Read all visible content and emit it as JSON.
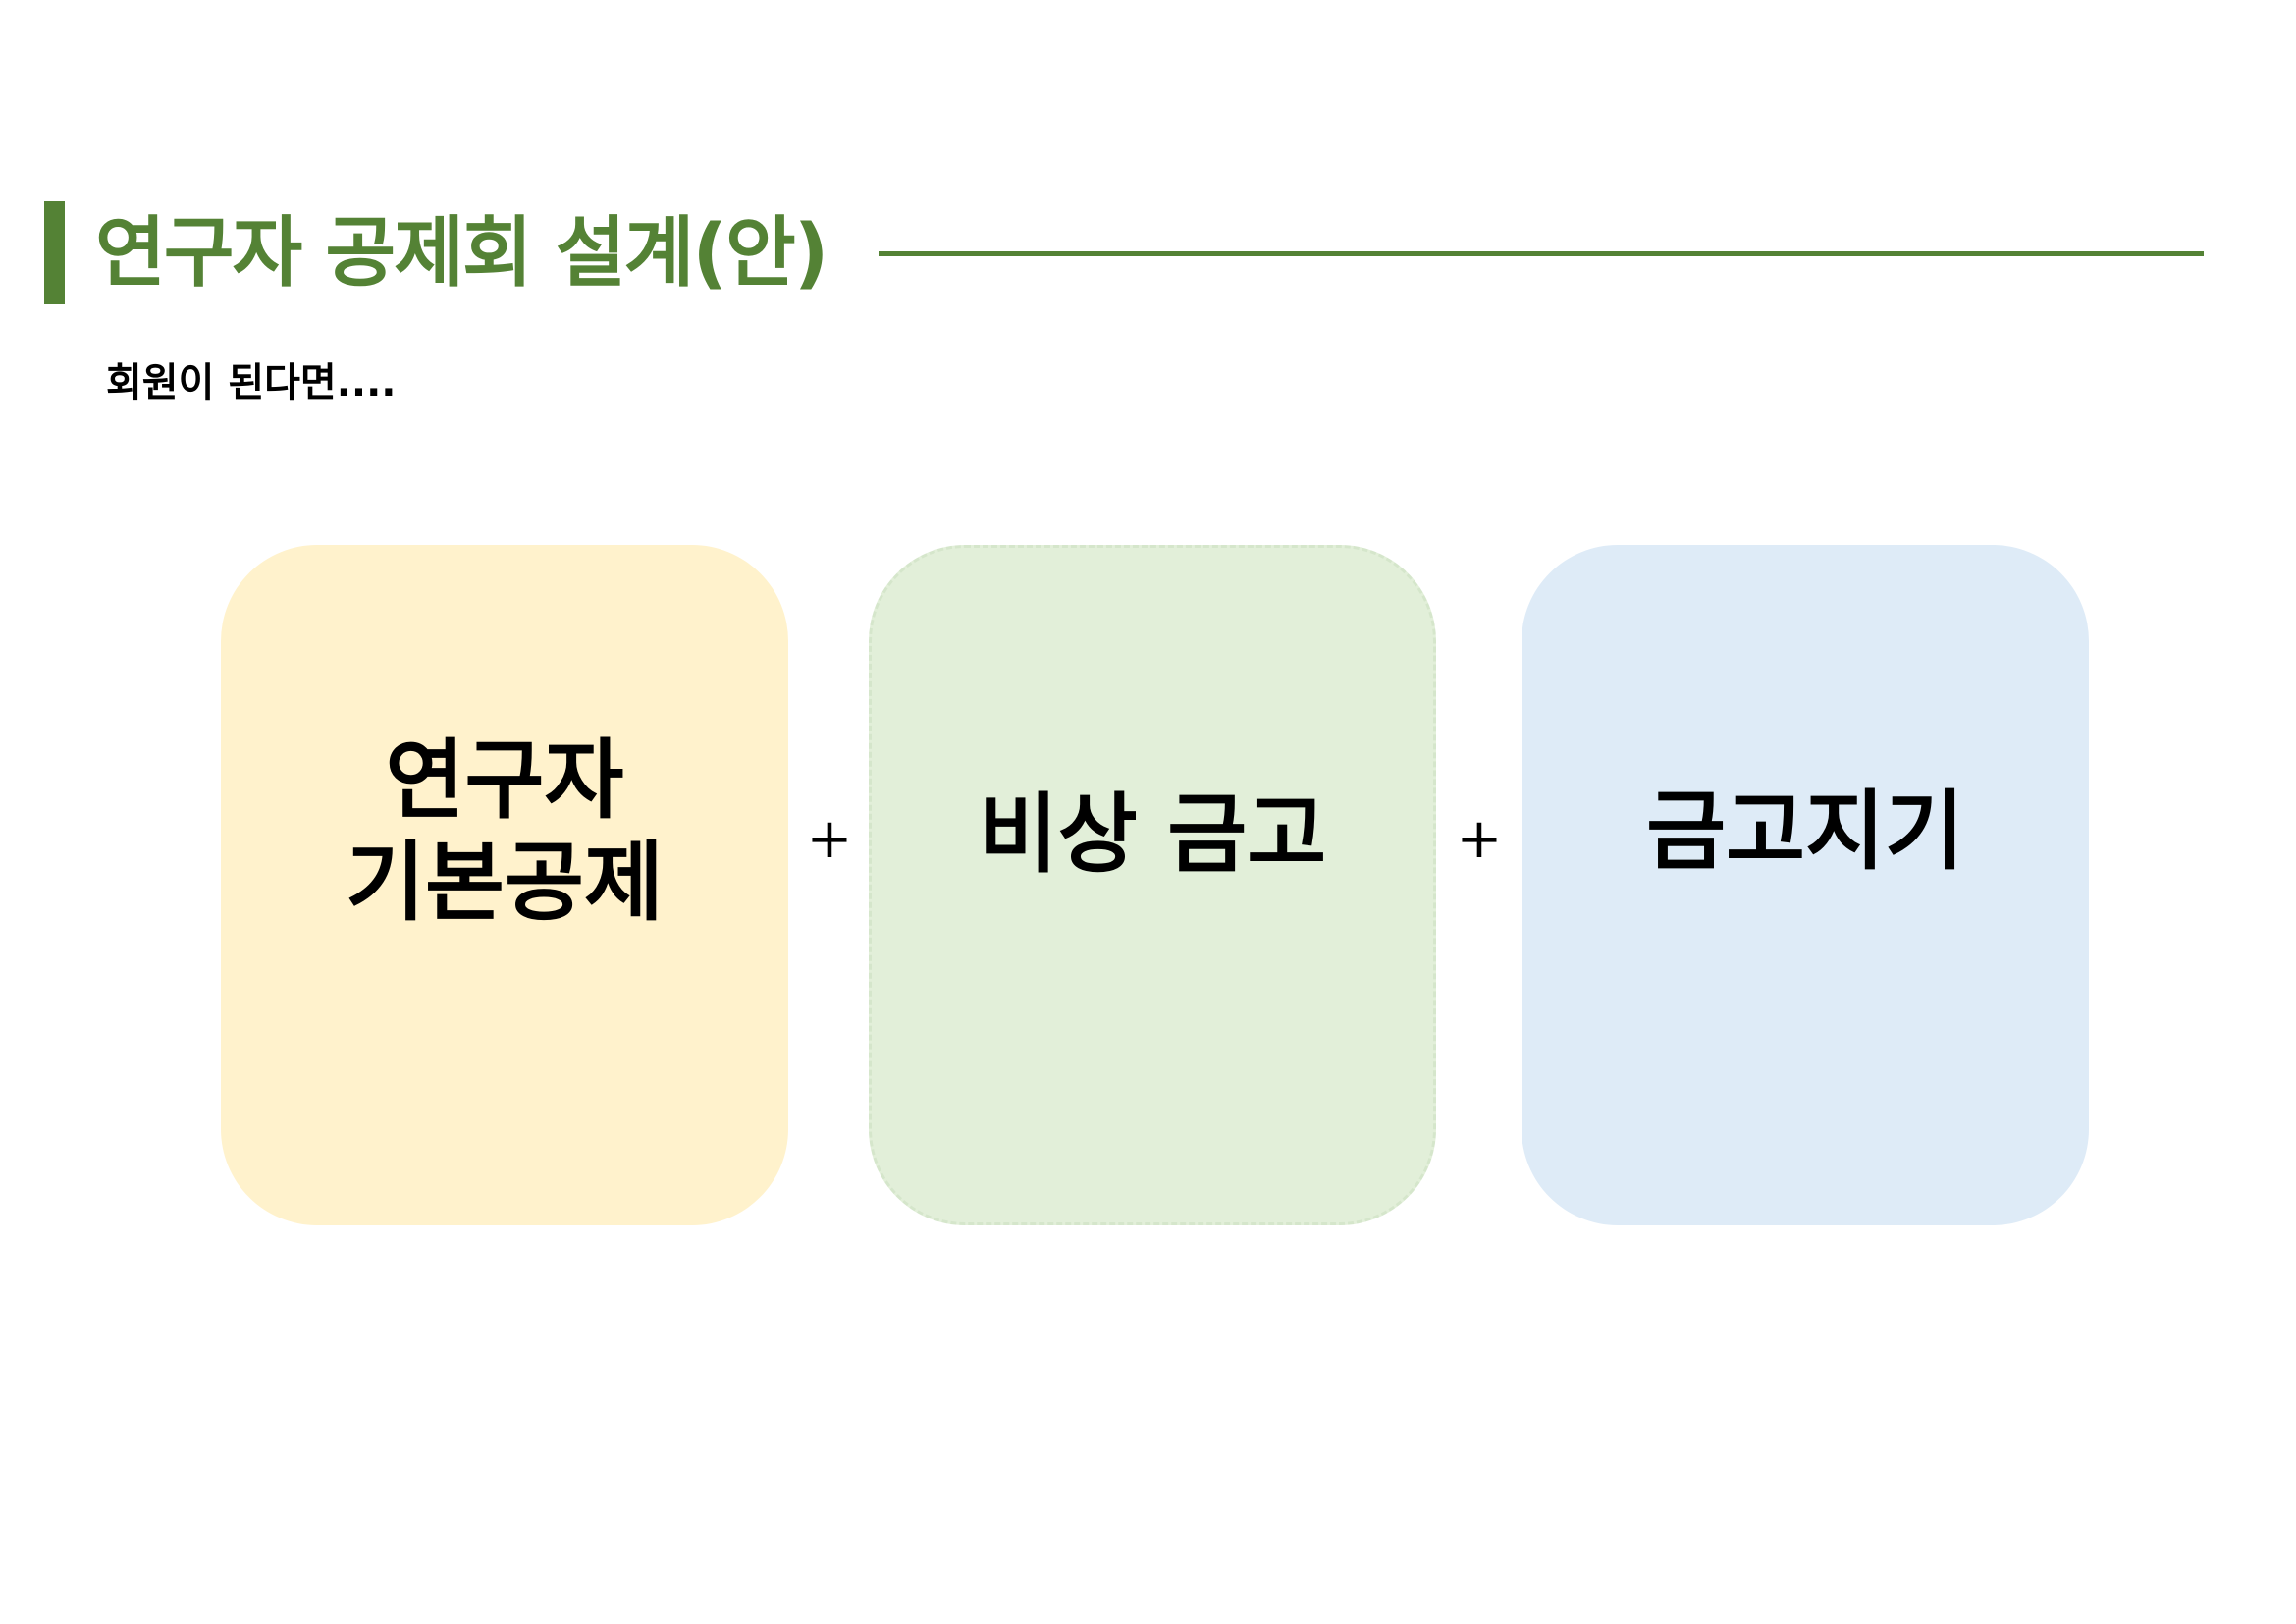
{
  "header": {
    "title": "연구자 공제회 설계(안)",
    "subtitle": "회원이 된다면....",
    "accent_color": "#548235"
  },
  "boxes": [
    {
      "lines": [
        "연구자",
        "기본공제"
      ],
      "color": "#FFF2CC"
    },
    {
      "lines": [
        "비상 금고"
      ],
      "color": "#E2EFD9"
    },
    {
      "lines": [
        "금고지기"
      ],
      "color": "#DEEBF7"
    }
  ],
  "operators": [
    "+",
    "+"
  ]
}
